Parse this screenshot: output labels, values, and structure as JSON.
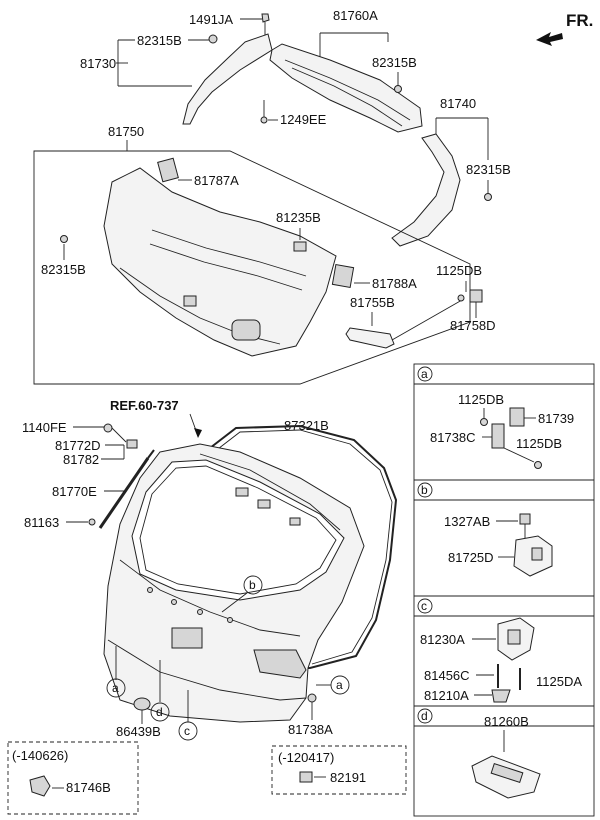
{
  "header": {
    "direction_label": "FR."
  },
  "labels": {
    "p1491JA": "1491JA",
    "p81760A": "81760A",
    "p82315B_a": "82315B",
    "p81730": "81730",
    "p82315B_b": "82315B",
    "p1249EE": "1249EE",
    "p81740": "81740",
    "p81750": "81750",
    "p82315B_c": "82315B",
    "p81787A": "81787A",
    "p81235B": "81235B",
    "p82315B_d": "82315B",
    "p81788A": "81788A",
    "p1125DB_a": "1125DB",
    "p81755B": "81755B",
    "p81758D": "81758D",
    "ref": "REF.60-737",
    "p87321B": "87321B",
    "p1140FE": "1140FE",
    "p81772D": "81772D",
    "p81782": "81782",
    "p81770E": "81770E",
    "p81163": "81163",
    "p86439B": "86439B",
    "p81738A": "81738A"
  },
  "callouts": {
    "a": "a",
    "b": "b",
    "c": "c",
    "d": "d"
  },
  "detail_a": {
    "letter": "a",
    "p1125DB_1": "1125DB",
    "p81739": "81739",
    "p81738C": "81738C",
    "p1125DB_2": "1125DB"
  },
  "detail_b": {
    "letter": "b",
    "p1327AB": "1327AB",
    "p81725D": "81725D"
  },
  "detail_c": {
    "letter": "c",
    "p81230A": "81230A",
    "p81456C": "81456C",
    "p1125DA": "1125DA",
    "p81210A": "81210A"
  },
  "detail_d": {
    "letter": "d",
    "p81260B": "81260B"
  },
  "variant_left": {
    "date": "(-140626)",
    "part": "81746B"
  },
  "variant_right": {
    "date": "(-120417)",
    "part": "82191"
  }
}
